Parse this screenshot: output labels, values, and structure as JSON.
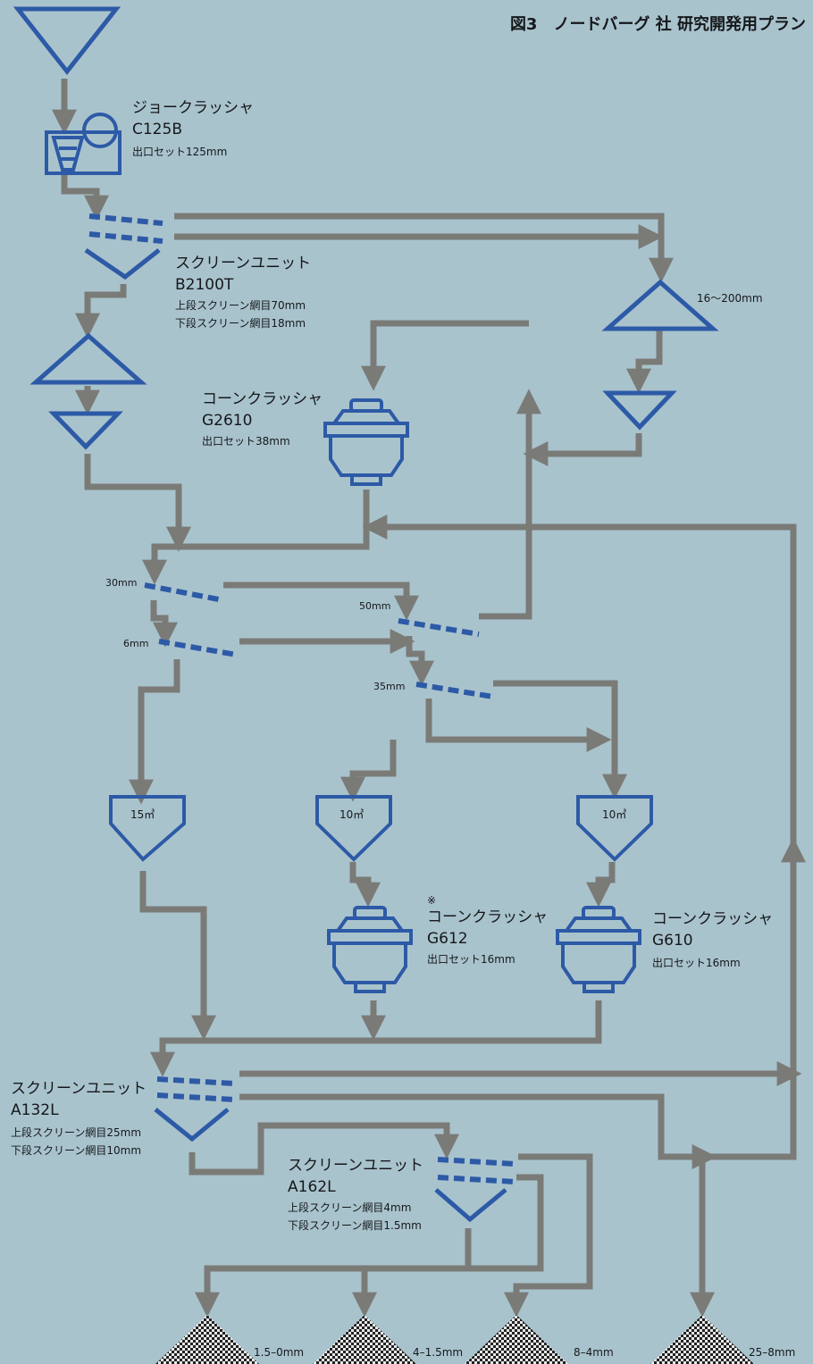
{
  "title": "図3　ノードバーグ 社 研究開発用プラン",
  "colors": {
    "background": "#a9c3cd",
    "equipment": "#2d5aa6",
    "flow": "#7a7b77",
    "text": "#15181a"
  },
  "jaw_crusher": {
    "name": "ジョークラッシャ",
    "model": "C125B",
    "setting": "出口セット125mm"
  },
  "screen_b2100t": {
    "name": "スクリーンユニット",
    "model": "B2100T",
    "upper": "上段スクリーン網目70mm",
    "lower": "下段スクリーン網目18mm"
  },
  "stockpile_16_200": "16～200mm",
  "cone_g2610": {
    "name": "コーンクラッシャ",
    "model": "G2610",
    "setting": "出口セット38mm"
  },
  "screen_sizes": {
    "s30": "30mm",
    "s6": "6mm",
    "s50": "50mm",
    "s35": "35mm"
  },
  "bins": {
    "b1": "15㎥",
    "b2": "10㎥",
    "b3": "10㎥"
  },
  "cone_g612": {
    "mark": "※",
    "name": "コーンクラッシャ",
    "model": "G612",
    "setting": "出口セット16mm"
  },
  "cone_g610": {
    "name": "コーンクラッシャ",
    "model": "G610",
    "setting": "出口セット16mm"
  },
  "screen_a132l": {
    "name": "スクリーンユニット",
    "model": "A132L",
    "upper": "上段スクリーン網目25mm",
    "lower": "下段スクリーン網目10mm"
  },
  "screen_a162l": {
    "name": "スクリーンユニット",
    "model": "A162L",
    "upper": "上段スクリーン網目4mm",
    "lower": "下段スクリーン網目1.5mm"
  },
  "products": {
    "p1": "1.5–0mm",
    "p2": "4–1.5mm",
    "p3": "8–4mm",
    "p4": "25–8mm"
  }
}
